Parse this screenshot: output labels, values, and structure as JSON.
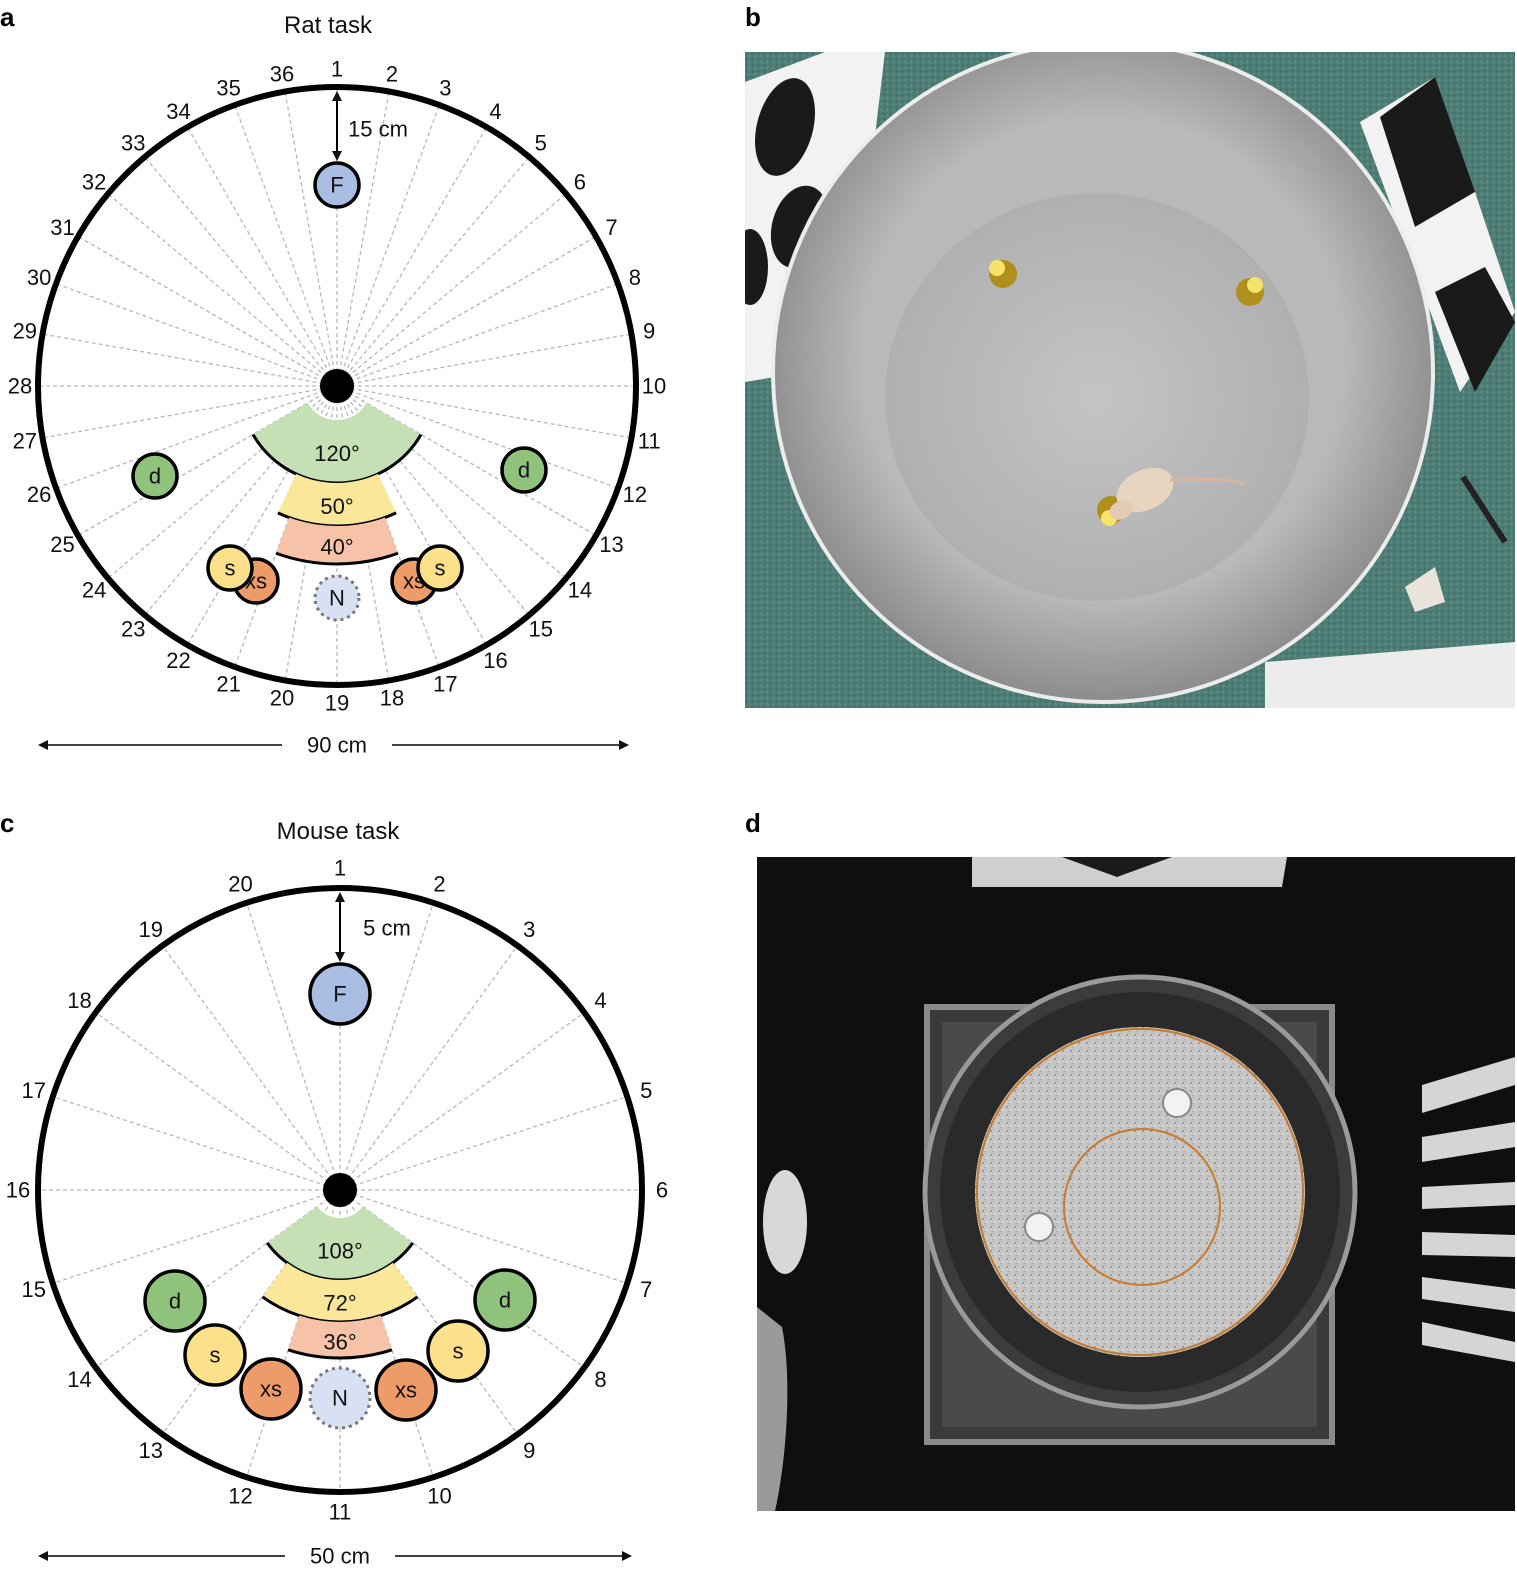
{
  "panels": {
    "a": {
      "letter": "a",
      "title": "Rat task",
      "positions": [
        "1",
        "2",
        "3",
        "4",
        "5",
        "6",
        "7",
        "8",
        "9",
        "10",
        "11",
        "12",
        "13",
        "14",
        "15",
        "16",
        "17",
        "18",
        "19",
        "20",
        "21",
        "22",
        "23",
        "24",
        "25",
        "26",
        "27",
        "28",
        "29",
        "30",
        "31",
        "32",
        "33",
        "34",
        "35",
        "36"
      ],
      "distance_label": "15 cm",
      "width_label": "90 cm",
      "food_label": "F",
      "near_label": "N",
      "distal_label": "d",
      "small_label": "s",
      "xsmall_label": "xs",
      "sector_labels": [
        "120°",
        "50°",
        "40°"
      ]
    },
    "b": {
      "letter": "b"
    },
    "c": {
      "letter": "c",
      "title": "Mouse task",
      "positions": [
        "1",
        "2",
        "3",
        "4",
        "5",
        "6",
        "7",
        "8",
        "9",
        "10",
        "11",
        "12",
        "13",
        "14",
        "15",
        "16",
        "17",
        "18",
        "19",
        "20"
      ],
      "distance_label": "5 cm",
      "width_label": "50 cm",
      "food_label": "F",
      "near_label": "N",
      "distal_label": "d",
      "small_label": "s",
      "xsmall_label": "xs",
      "sector_labels": [
        "108°",
        "72°",
        "36°"
      ]
    },
    "d": {
      "letter": "d"
    }
  },
  "colors": {
    "food": "#a9bde3",
    "near": "#d7e1f3",
    "distal": "#8fc27a",
    "small": "#fde08a",
    "xsmall": "#ee9b6a",
    "sector_green": "#c5e0b4",
    "sector_yellow": "#fbe79a",
    "sector_orange": "#f6c3a8"
  }
}
